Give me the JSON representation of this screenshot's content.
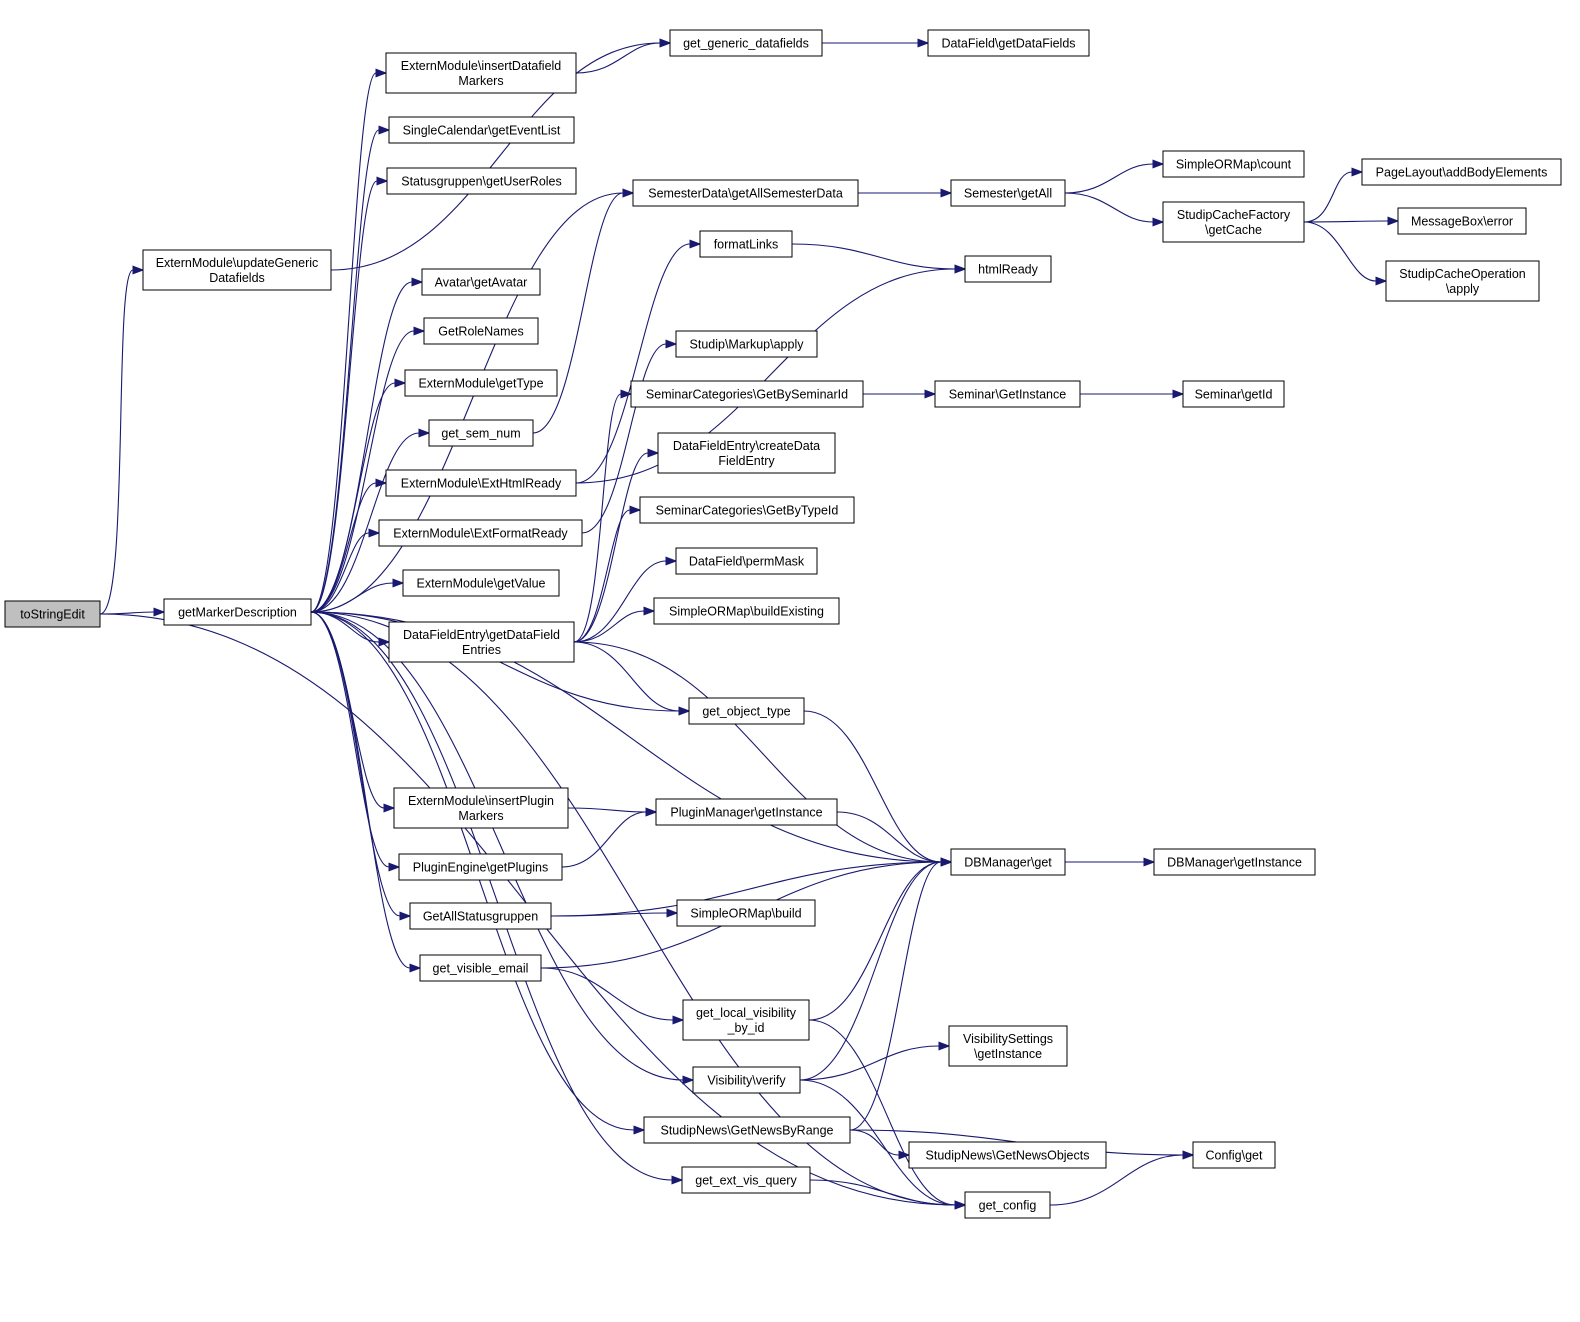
{
  "colors": {
    "edge": "#191970",
    "root_fill": "#bfbfbf",
    "node_fill": "#ffffff",
    "node_stroke": "#000000"
  },
  "nodes": [
    {
      "id": "toStringEdit",
      "lines": [
        "toStringEdit"
      ],
      "root": true
    },
    {
      "id": "getMarkerDescription",
      "lines": [
        "getMarkerDescription"
      ]
    },
    {
      "id": "updateGenericDatafields",
      "lines": [
        "ExternModule\\updateGeneric",
        "Datafields"
      ]
    },
    {
      "id": "insertDatafieldMarkers",
      "lines": [
        "ExternModule\\insertDatafield",
        "Markers"
      ]
    },
    {
      "id": "getEventList",
      "lines": [
        "SingleCalendar\\getEventList"
      ]
    },
    {
      "id": "getUserRoles",
      "lines": [
        "Statusgruppen\\getUserRoles"
      ]
    },
    {
      "id": "getAvatar",
      "lines": [
        "Avatar\\getAvatar"
      ]
    },
    {
      "id": "GetRoleNames",
      "lines": [
        "GetRoleNames"
      ]
    },
    {
      "id": "getType",
      "lines": [
        "ExternModule\\getType"
      ]
    },
    {
      "id": "get_sem_num",
      "lines": [
        "get_sem_num"
      ]
    },
    {
      "id": "ExtHtmlReady",
      "lines": [
        "ExternModule\\ExtHtmlReady"
      ]
    },
    {
      "id": "ExtFormatReady",
      "lines": [
        "ExternModule\\ExtFormatReady"
      ]
    },
    {
      "id": "getValue",
      "lines": [
        "ExternModule\\getValue"
      ]
    },
    {
      "id": "getDataFieldEntries",
      "lines": [
        "DataFieldEntry\\getDataField",
        "Entries"
      ]
    },
    {
      "id": "insertPluginMarkers",
      "lines": [
        "ExternModule\\insertPlugin",
        "Markers"
      ]
    },
    {
      "id": "getPlugins",
      "lines": [
        "PluginEngine\\getPlugins"
      ]
    },
    {
      "id": "GetAllStatusgruppen",
      "lines": [
        "GetAllStatusgruppen"
      ]
    },
    {
      "id": "get_visible_email",
      "lines": [
        "get_visible_email"
      ]
    },
    {
      "id": "get_generic_datafields",
      "lines": [
        "get_generic_datafields"
      ]
    },
    {
      "id": "getAllSemesterData",
      "lines": [
        "SemesterData\\getAllSemesterData"
      ]
    },
    {
      "id": "formatLinks",
      "lines": [
        "formatLinks"
      ]
    },
    {
      "id": "MarkupApply",
      "lines": [
        "Studip\\Markup\\apply"
      ]
    },
    {
      "id": "GetBySeminarId",
      "lines": [
        "SeminarCategories\\GetBySeminarId"
      ]
    },
    {
      "id": "createDataFieldEntry",
      "lines": [
        "DataFieldEntry\\createData",
        "FieldEntry"
      ]
    },
    {
      "id": "GetByTypeId",
      "lines": [
        "SeminarCategories\\GetByTypeId"
      ]
    },
    {
      "id": "permMask",
      "lines": [
        "DataField\\permMask"
      ]
    },
    {
      "id": "buildExisting",
      "lines": [
        "SimpleORMap\\buildExisting"
      ]
    },
    {
      "id": "get_object_type",
      "lines": [
        "get_object_type"
      ]
    },
    {
      "id": "PluginManagerGetInstance",
      "lines": [
        "PluginManager\\getInstance"
      ]
    },
    {
      "id": "SimpleORMapBuild",
      "lines": [
        "SimpleORMap\\build"
      ]
    },
    {
      "id": "get_local_visibility_by_id",
      "lines": [
        "get_local_visibility",
        "_by_id"
      ]
    },
    {
      "id": "VisibilityVerify",
      "lines": [
        "Visibility\\verify"
      ]
    },
    {
      "id": "GetNewsByRange",
      "lines": [
        "StudipNews\\GetNewsByRange"
      ]
    },
    {
      "id": "get_ext_vis_query",
      "lines": [
        "get_ext_vis_query"
      ]
    },
    {
      "id": "getDataFields",
      "lines": [
        "DataField\\getDataFields"
      ]
    },
    {
      "id": "SemesterGetAll",
      "lines": [
        "Semester\\getAll"
      ]
    },
    {
      "id": "htmlReady",
      "lines": [
        "htmlReady"
      ]
    },
    {
      "id": "SeminarGetInstance",
      "lines": [
        "Seminar\\GetInstance"
      ]
    },
    {
      "id": "DBManagerGet",
      "lines": [
        "DBManager\\get"
      ]
    },
    {
      "id": "VisibilitySettingsGetInstance",
      "lines": [
        "VisibilitySettings",
        "\\getInstance"
      ]
    },
    {
      "id": "GetNewsObjects",
      "lines": [
        "StudipNews\\GetNewsObjects"
      ]
    },
    {
      "id": "get_config",
      "lines": [
        "get_config"
      ]
    },
    {
      "id": "SimpleORMapCount",
      "lines": [
        "SimpleORMap\\count"
      ]
    },
    {
      "id": "StudipCacheFactoryGetCache",
      "lines": [
        "StudipCacheFactory",
        "\\getCache"
      ]
    },
    {
      "id": "SeminarGetId",
      "lines": [
        "Seminar\\getId"
      ]
    },
    {
      "id": "DBManagerGetInstance",
      "lines": [
        "DBManager\\getInstance"
      ]
    },
    {
      "id": "ConfigGet",
      "lines": [
        "Config\\get"
      ]
    },
    {
      "id": "addBodyElements",
      "lines": [
        "PageLayout\\addBodyElements"
      ]
    },
    {
      "id": "MessageBoxError",
      "lines": [
        "MessageBox\\error"
      ]
    },
    {
      "id": "StudipCacheOperationApply",
      "lines": [
        "StudipCacheOperation",
        "\\apply"
      ]
    }
  ],
  "edges": [
    [
      "toStringEdit",
      "updateGenericDatafields"
    ],
    [
      "toStringEdit",
      "getMarkerDescription"
    ],
    [
      "toStringEdit",
      "get_config"
    ],
    [
      "updateGenericDatafields",
      "get_generic_datafields"
    ],
    [
      "insertDatafieldMarkers",
      "get_generic_datafields"
    ],
    [
      "get_generic_datafields",
      "getDataFields"
    ],
    [
      "getMarkerDescription",
      "insertDatafieldMarkers"
    ],
    [
      "getMarkerDescription",
      "getEventList"
    ],
    [
      "getMarkerDescription",
      "getUserRoles"
    ],
    [
      "getMarkerDescription",
      "getAllSemesterData"
    ],
    [
      "getMarkerDescription",
      "getAvatar"
    ],
    [
      "getMarkerDescription",
      "GetRoleNames"
    ],
    [
      "getMarkerDescription",
      "getType"
    ],
    [
      "getMarkerDescription",
      "get_sem_num"
    ],
    [
      "getMarkerDescription",
      "ExtHtmlReady"
    ],
    [
      "getMarkerDescription",
      "ExtFormatReady"
    ],
    [
      "getMarkerDescription",
      "getValue"
    ],
    [
      "getMarkerDescription",
      "getDataFieldEntries"
    ],
    [
      "getMarkerDescription",
      "get_object_type"
    ],
    [
      "getMarkerDescription",
      "DBManagerGet"
    ],
    [
      "getMarkerDescription",
      "insertPluginMarkers"
    ],
    [
      "getMarkerDescription",
      "getPlugins"
    ],
    [
      "getMarkerDescription",
      "GetAllStatusgruppen"
    ],
    [
      "getMarkerDescription",
      "get_visible_email"
    ],
    [
      "getMarkerDescription",
      "VisibilityVerify"
    ],
    [
      "getMarkerDescription",
      "GetNewsByRange"
    ],
    [
      "getMarkerDescription",
      "get_ext_vis_query"
    ],
    [
      "getMarkerDescription",
      "get_config"
    ],
    [
      "get_sem_num",
      "getAllSemesterData"
    ],
    [
      "ExtHtmlReady",
      "formatLinks"
    ],
    [
      "ExtHtmlReady",
      "htmlReady"
    ],
    [
      "ExtFormatReady",
      "MarkupApply"
    ],
    [
      "getDataFieldEntries",
      "GetBySeminarId"
    ],
    [
      "getDataFieldEntries",
      "createDataFieldEntry"
    ],
    [
      "getDataFieldEntries",
      "GetByTypeId"
    ],
    [
      "getDataFieldEntries",
      "permMask"
    ],
    [
      "getDataFieldEntries",
      "buildExisting"
    ],
    [
      "getDataFieldEntries",
      "get_object_type"
    ],
    [
      "getDataFieldEntries",
      "DBManagerGet"
    ],
    [
      "getAllSemesterData",
      "SemesterGetAll"
    ],
    [
      "SemesterGetAll",
      "SimpleORMapCount"
    ],
    [
      "SemesterGetAll",
      "StudipCacheFactoryGetCache"
    ],
    [
      "StudipCacheFactoryGetCache",
      "addBodyElements"
    ],
    [
      "StudipCacheFactoryGetCache",
      "MessageBoxError"
    ],
    [
      "StudipCacheFactoryGetCache",
      "StudipCacheOperationApply"
    ],
    [
      "formatLinks",
      "htmlReady"
    ],
    [
      "GetBySeminarId",
      "SeminarGetInstance"
    ],
    [
      "SeminarGetInstance",
      "SeminarGetId"
    ],
    [
      "get_object_type",
      "DBManagerGet"
    ],
    [
      "insertPluginMarkers",
      "PluginManagerGetInstance"
    ],
    [
      "getPlugins",
      "PluginManagerGetInstance"
    ],
    [
      "PluginManagerGetInstance",
      "DBManagerGet"
    ],
    [
      "GetAllStatusgruppen",
      "DBManagerGet"
    ],
    [
      "GetAllStatusgruppen",
      "SimpleORMapBuild"
    ],
    [
      "get_visible_email",
      "DBManagerGet"
    ],
    [
      "get_visible_email",
      "get_local_visibility_by_id"
    ],
    [
      "get_local_visibility_by_id",
      "DBManagerGet"
    ],
    [
      "get_local_visibility_by_id",
      "get_config"
    ],
    [
      "VisibilityVerify",
      "DBManagerGet"
    ],
    [
      "VisibilityVerify",
      "VisibilitySettingsGetInstance"
    ],
    [
      "VisibilityVerify",
      "get_config"
    ],
    [
      "GetNewsByRange",
      "DBManagerGet"
    ],
    [
      "GetNewsByRange",
      "GetNewsObjects"
    ],
    [
      "GetNewsByRange",
      "ConfigGet"
    ],
    [
      "get_ext_vis_query",
      "get_config"
    ],
    [
      "get_config",
      "ConfigGet"
    ],
    [
      "DBManagerGet",
      "DBManagerGetInstance"
    ]
  ]
}
